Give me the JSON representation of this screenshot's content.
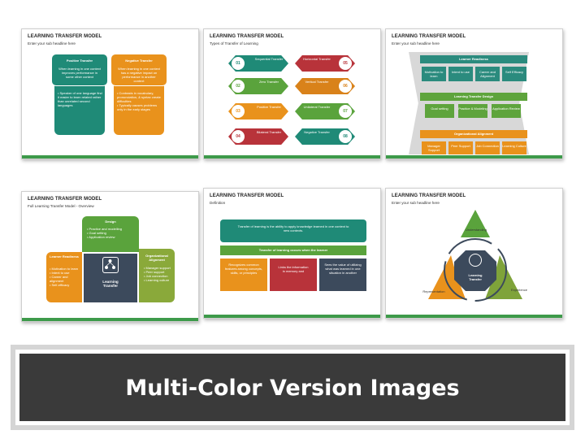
{
  "slides": [
    {
      "title": "LEARNING TRANSFER MODEL",
      "subtitle": "Enter your sub headline here",
      "positive": {
        "heading": "Positive Transfer",
        "desc": "When learning in one context improves performance in some other context",
        "bullets": [
          "Speaker of one language find it easier to learn related rather than unrelated second languages"
        ]
      },
      "negative": {
        "heading": "Negative Transfer",
        "desc": "When learning in one context has a negative impact on performance in another context",
        "bullets": [
          "Contrasts in vocabulary, pronunciation, & syntax create difficulties",
          "Typically causes problems only in the early stages"
        ]
      }
    },
    {
      "title": "LEARNING TRANSFER MODEL",
      "subtitle": "Types of Transfer of Learning",
      "left": [
        {
          "num": "01",
          "label": "Sequential Transfer",
          "color": "#1f8a77"
        },
        {
          "num": "02",
          "label": "Zero Transfer",
          "color": "#5aa33c"
        },
        {
          "num": "03",
          "label": "Positive Transfer",
          "color": "#e9921c"
        },
        {
          "num": "04",
          "label": "Bilateral Transfer",
          "color": "#b8333a"
        }
      ],
      "right": [
        {
          "num": "05",
          "label": "Horizontal Transfer",
          "color": "#b8333a"
        },
        {
          "num": "06",
          "label": "Vertical Transfer",
          "color": "#d9821a"
        },
        {
          "num": "07",
          "label": "Unilateral Transfer",
          "color": "#5aa33c"
        },
        {
          "num": "08",
          "label": "Negative Transfer",
          "color": "#1f8a77"
        }
      ]
    },
    {
      "title": "LEARNING TRANSFER MODEL",
      "subtitle": "Enter your sub headline here",
      "sections": [
        {
          "heading": "Learner Readiness",
          "color": "#2b8b7e",
          "items": [
            "Motivation to learn",
            "Intent to use",
            "Career and Alignment",
            "Self Efficacy"
          ]
        },
        {
          "heading": "Learning Transfer Design",
          "color": "#5ea43c",
          "items": [
            "Goal setting",
            "Practice & Modeling",
            "Application Review"
          ]
        },
        {
          "heading": "Organizational Alignment",
          "color": "#e9921c",
          "items": [
            "Manager Support",
            "Peer Support",
            "Job Connection",
            "Learning Culture"
          ]
        }
      ]
    },
    {
      "title": "LEARNING TRANSFER MODEL",
      "subtitle": "Full Learning Transfer Model - Overview",
      "design": {
        "heading": "Design",
        "bullets": [
          "Practice and modelling",
          "Goal setting",
          "Application review"
        ]
      },
      "readiness": {
        "heading": "Learner Readiness",
        "bullets": [
          "Motivation to learn",
          "Intent to use",
          "Career and alignment",
          "Self-efficacy"
        ]
      },
      "alignment": {
        "heading": "Organizational Alignment",
        "bullets": [
          "Manager support",
          "Peer support",
          "Job connection",
          "Learning culture"
        ]
      },
      "center": "Learning Transfer"
    },
    {
      "title": "LEARNING TRANSFER MODEL",
      "subtitle": "Definition",
      "definition": "Transfer of learning is the ability to apply knowledge learned in one context to new contexts.",
      "occurs": "Transfer of learning occurs when the learner",
      "boxes": [
        "Recognizes common features among concepts, skills, or principles",
        "Links the information in memory and",
        "Sees the value of utilizing what was learned in one situation in another"
      ]
    },
    {
      "title": "LEARNING TRANSFER MODEL",
      "subtitle": "Enter your sub headline here",
      "center": "Learning Transfer",
      "labels": [
        "Understanding",
        "Experience",
        "Representation"
      ]
    }
  ],
  "banner": "Multi-Color Version Images",
  "colors": {
    "teal": "#1f8a77",
    "green": "#5aa33c",
    "orange": "#e9921c",
    "red": "#b8333a",
    "navy": "#3c4a5c",
    "banner": "#3a3a3a"
  }
}
